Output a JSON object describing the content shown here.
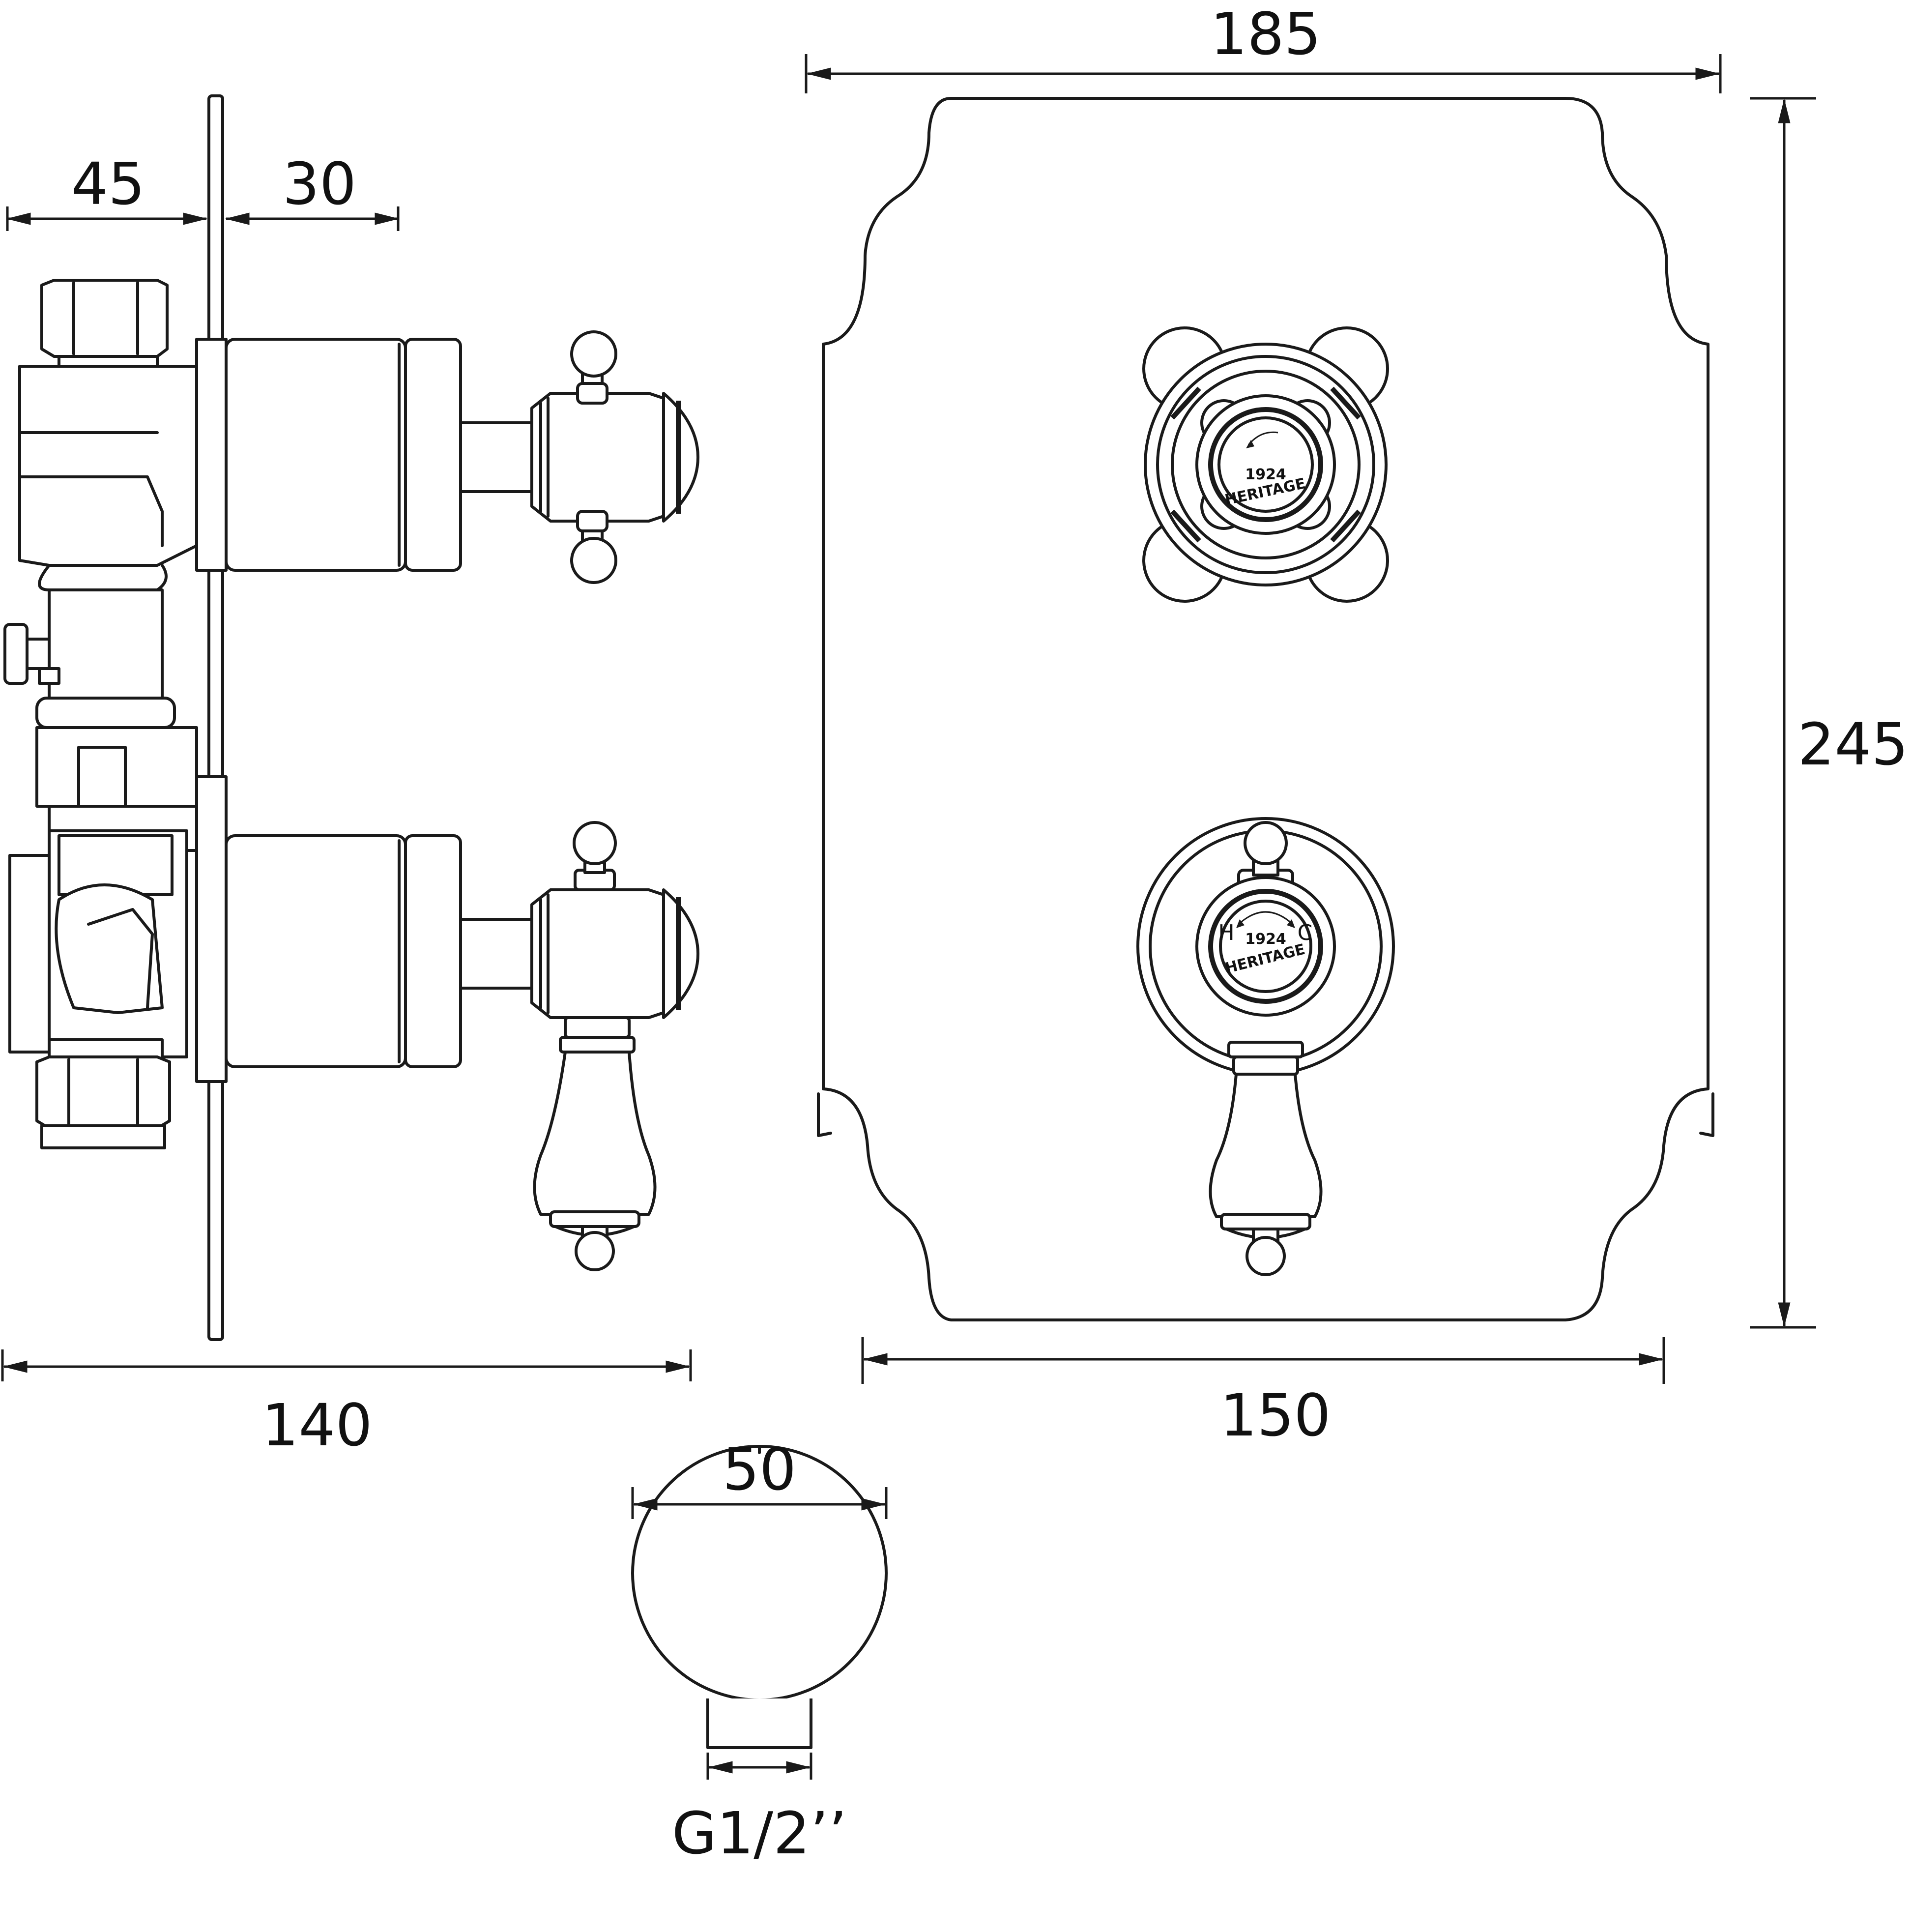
{
  "dimensions": {
    "side_rear": "45",
    "side_front": "30",
    "side_total": "140",
    "plate_width": "185",
    "plate_inner_width": "150",
    "plate_height": "245",
    "outlet_diameter": "50",
    "outlet_thread": "G1/2’’"
  },
  "handle_labels": {
    "top_brand": "1924",
    "top_name": "HERITAGE",
    "bottom_brand": "1924",
    "bottom_name": "HERITAGE",
    "hot": "H",
    "cold": "C"
  },
  "colors": {
    "line": "#1a1a1a",
    "background": "#ffffff"
  }
}
